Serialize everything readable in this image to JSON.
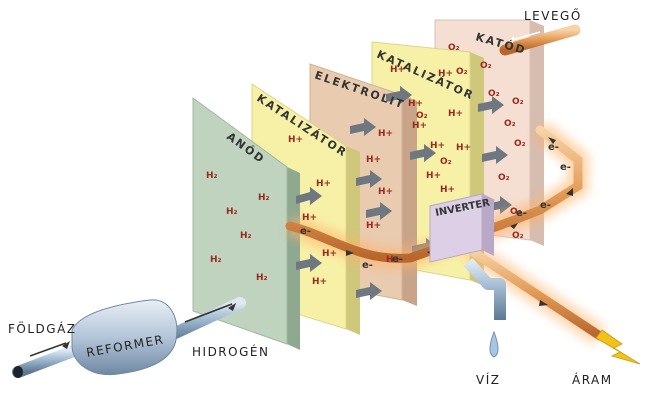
{
  "labels": {
    "air": "LEVEGŐ",
    "natural_gas": "FÖLDGÁZ",
    "hydrogen": "HIDROGÉN",
    "reformer": "REFORMER",
    "water": "VÍZ",
    "current": "ÁRAM",
    "inverter": "INVERTER"
  },
  "plates": {
    "anode": "ANÓD",
    "catalyst_left": "KATALIZÁTOR",
    "electrolyte": "ELEKTROLIT",
    "catalyst_right": "KATALIZÁTOR",
    "cathode": "KATÓD"
  },
  "symbols": {
    "hydrogen_molecule": "H₂",
    "hydrogen_ion": "H+",
    "oxygen_molecule": "O₂",
    "electron": "e-"
  },
  "colors": {
    "anode": "#bfd3bf",
    "catalyst": "#f7f1a8",
    "electrolyte": "#e9cbb0",
    "cathode": "#f5dfd2",
    "wire": "#f0b26a",
    "arrow": "#6f7780",
    "pipe": "#8aa7c4",
    "lightning": "#f2c21b"
  }
}
